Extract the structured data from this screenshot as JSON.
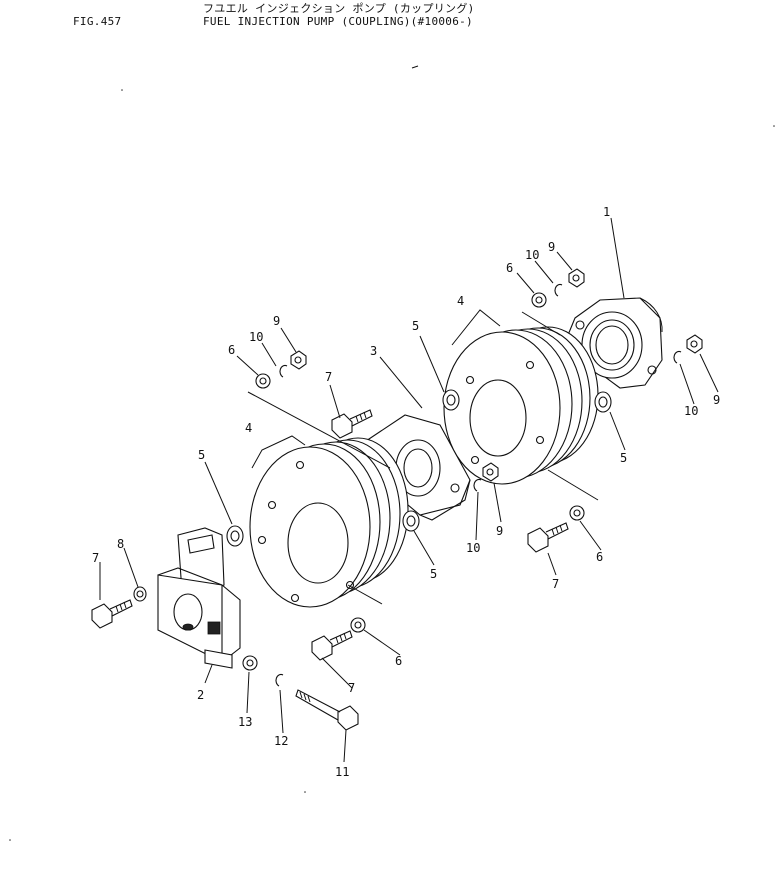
{
  "header": {
    "jp_title": "フユエル インジェクション ポンプ (カップリング)",
    "fig_no": "FIG.457",
    "title": "FUEL INJECTION PUMP (COUPLING)(#10006-)"
  },
  "callouts": [
    {
      "id": "c1",
      "text": "1"
    },
    {
      "id": "c2",
      "text": "2"
    },
    {
      "id": "c3",
      "text": "3"
    },
    {
      "id": "c4a",
      "text": "4"
    },
    {
      "id": "c4b",
      "text": "4"
    },
    {
      "id": "c5a",
      "text": "5"
    },
    {
      "id": "c5b",
      "text": "5"
    },
    {
      "id": "c5c",
      "text": "5"
    },
    {
      "id": "c5d",
      "text": "5"
    },
    {
      "id": "c6a",
      "text": "6"
    },
    {
      "id": "c6b",
      "text": "6"
    },
    {
      "id": "c6c",
      "text": "6"
    },
    {
      "id": "c6d",
      "text": "6"
    },
    {
      "id": "c7a",
      "text": "7"
    },
    {
      "id": "c7b",
      "text": "7"
    },
    {
      "id": "c7c",
      "text": "7"
    },
    {
      "id": "c7d",
      "text": "7"
    },
    {
      "id": "c8",
      "text": "8"
    },
    {
      "id": "c9a",
      "text": "9"
    },
    {
      "id": "c9b",
      "text": "9"
    },
    {
      "id": "c9c",
      "text": "9"
    },
    {
      "id": "c9d",
      "text": "9"
    },
    {
      "id": "c10a",
      "text": "10"
    },
    {
      "id": "c10b",
      "text": "10"
    },
    {
      "id": "c10c",
      "text": "10"
    },
    {
      "id": "c10d",
      "text": "10"
    },
    {
      "id": "c11",
      "text": "11"
    },
    {
      "id": "c12",
      "text": "12"
    },
    {
      "id": "c13",
      "text": "13"
    }
  ]
}
